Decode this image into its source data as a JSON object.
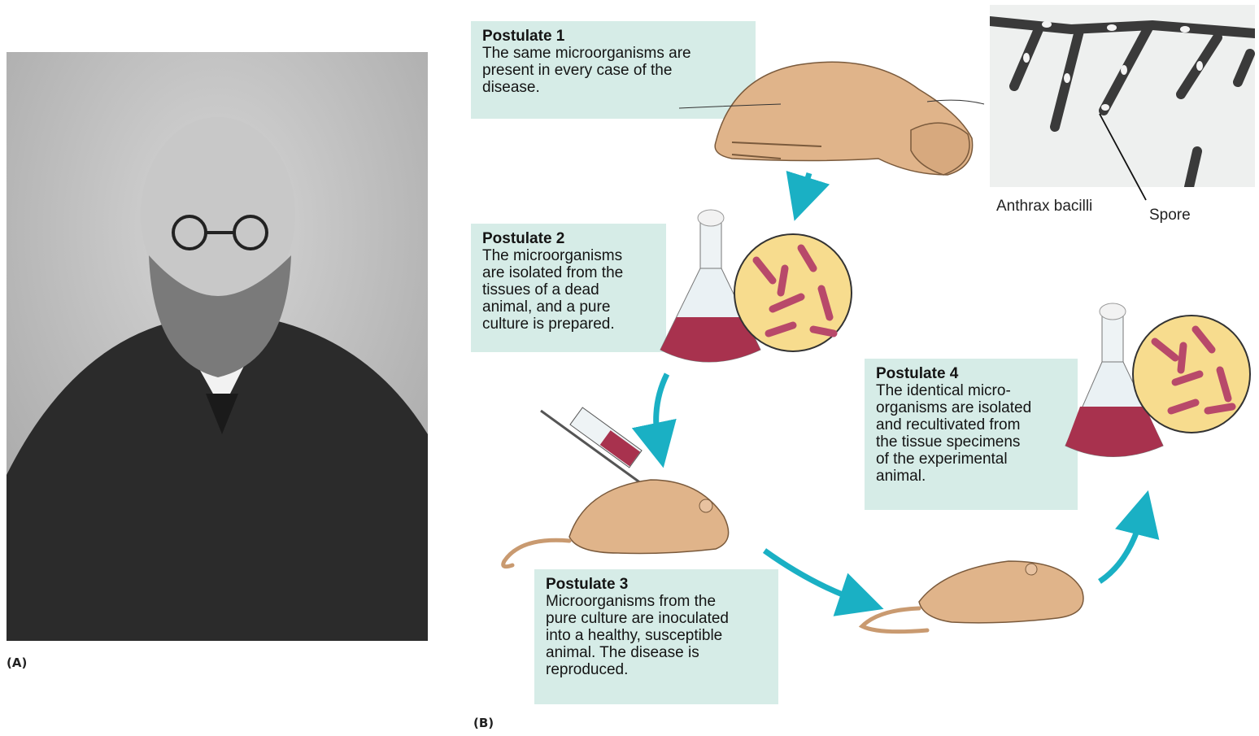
{
  "panels": {
    "a_label": "(A)",
    "b_label": "(B)"
  },
  "postulates": [
    {
      "title": "Postulate 1",
      "text": "The same microorganisms are\npresent in every case of the\ndisease."
    },
    {
      "title": "Postulate 2",
      "text": "The microorganisms\nare isolated from the\ntissues of a dead\nanimal, and a pure\nculture is prepared."
    },
    {
      "title": "Postulate 3",
      "text": "Microorganisms from the\npure culture are inoculated\ninto a healthy, susceptible\nanimal. The disease is\nreproduced."
    },
    {
      "title": "Postulate 4",
      "text": "The identical micro-\norganisms are isolated\nand recultivated from\nthe tissue specimens\nof the experimental\nanimal."
    }
  ],
  "micrograph": {
    "caption": "Anthrax bacilli",
    "pointer_label": "Spore"
  },
  "colors": {
    "box_bg": "#d6ece7",
    "arrow": "#1ab0c4",
    "animal": "#e0b48a",
    "culture": "#a8324e",
    "dish": "#f7dc8e"
  }
}
